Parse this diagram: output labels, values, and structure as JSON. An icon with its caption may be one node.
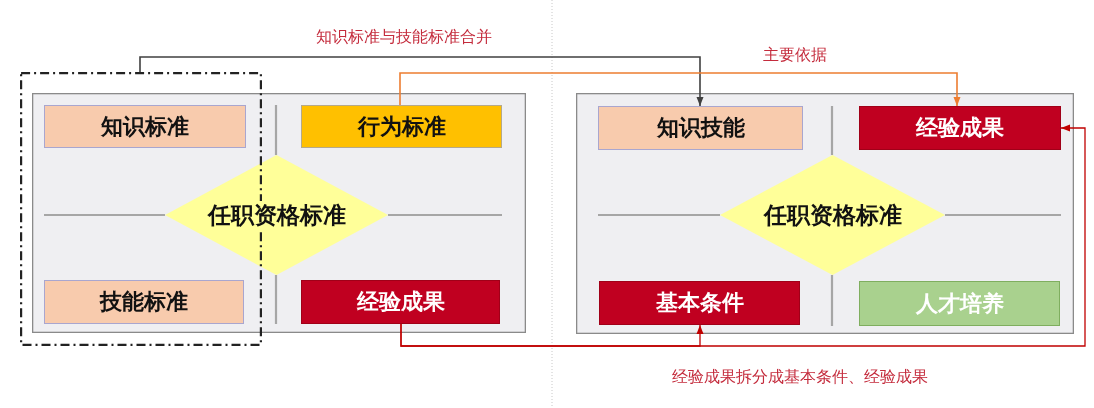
{
  "diagram": {
    "nodes": [
      {
        "text": [],
        "shape": "box"
      },
      {
        "text": [],
        "shape": "box"
      },
      {
        "text": [
          "知识标准"
        ],
        "in": 0
      },
      {
        "text": [
          "行为标准"
        ],
        "in": 1
      },
      {
        "text": [
          "任职资格标准"
        ],
        "in": 1
      },
      {
        "text": [
          "技能标准"
        ],
        "in": 0
      },
      {
        "text": [
          "经验成果"
        ],
        "in": 1
      },
      {
        "text": [],
        "shape": "box"
      },
      {
        "text": [
          "知识技能"
        ],
        "in": 7
      },
      {
        "text": [
          "经验成果"
        ],
        "in": 7
      },
      {
        "text": [
          "任职资格标准"
        ],
        "in": 7
      },
      {
        "text": [
          "基本条件"
        ],
        "in": 7
      },
      {
        "text": [
          "人才培养"
        ],
        "in": 7
      }
    ],
    "edges": [
      {
        "from": 0,
        "to": 8,
        "arrow": "to",
        "label": "知识标准与技能标准合并",
        "color": "#404040"
      },
      {
        "from": 3,
        "to": 9,
        "arrow": "to",
        "label": "主要依据",
        "color": "#ed7d31"
      },
      {
        "from": 6,
        "to": 11,
        "arrow": "to",
        "label": "经验成果拆分成基本条件、经验成果"
      },
      {
        "from": 6,
        "to": 9,
        "arrow": "to"
      }
    ]
  }
}
